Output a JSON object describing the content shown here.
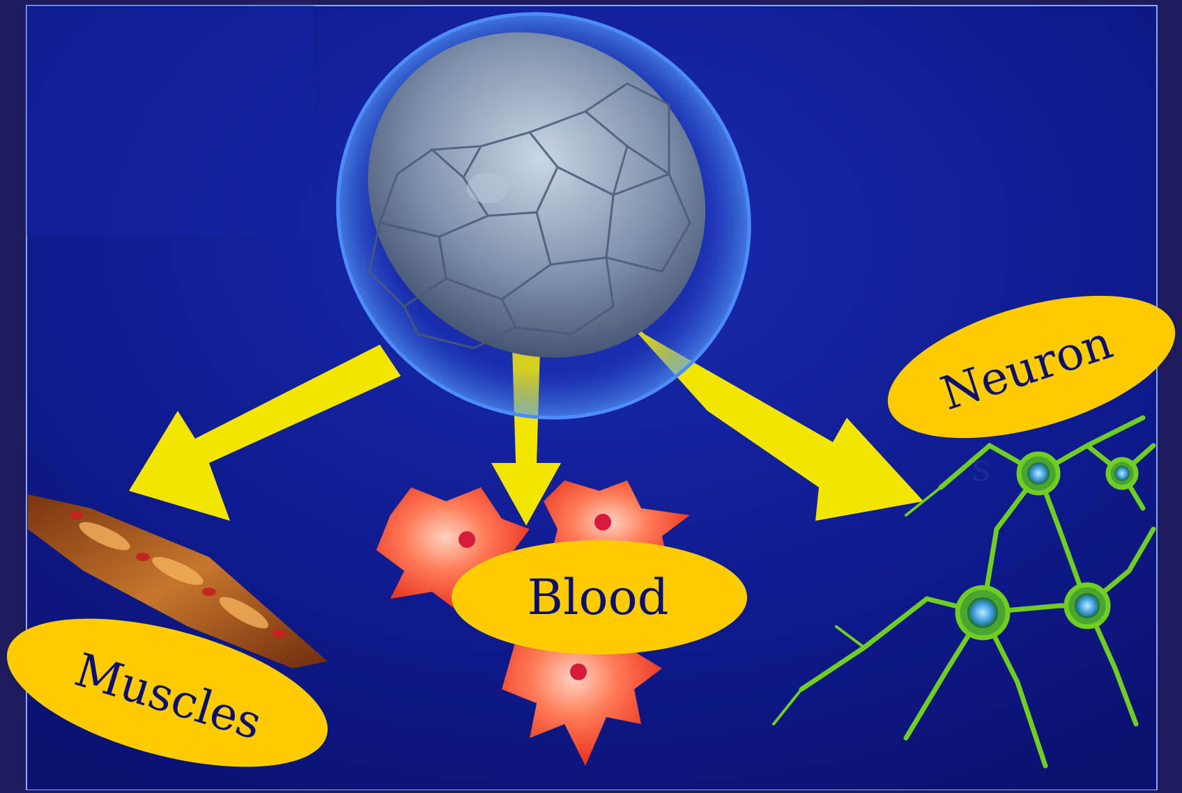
{
  "labels": {
    "muscles": "Muscles",
    "blood": "Blood",
    "neuron": "Neuron",
    "neuron_suffix": "s"
  },
  "colors": {
    "page_background": "#1c1b5e",
    "panel_background": "#0f1a8a",
    "label_fill": "#ffcc00",
    "label_text": "#0d0f6e",
    "arrow": "#f2e600",
    "embryo": "#8a9db5",
    "muscle_cell": "#b5621e",
    "blood_cell": "#ff5a3c",
    "neuron_cell": "#6fce1f"
  },
  "icons": {
    "embryo": "blastocyst-icon",
    "muscle": "muscle-cells-icon",
    "blood": "blood-cells-icon",
    "neuron": "neuron-cells-icon"
  }
}
